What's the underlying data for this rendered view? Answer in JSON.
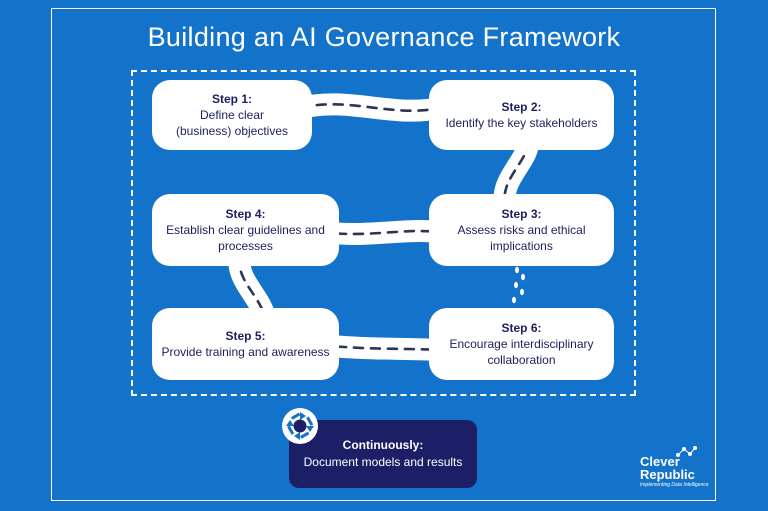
{
  "title": "Building an AI Governance Framework",
  "steps": [
    {
      "label": "Step 1:",
      "text": "Define clear (business) objectives"
    },
    {
      "label": "Step 2:",
      "text": "Identify the key stakeholders"
    },
    {
      "label": "Step 3:",
      "text": "Assess risks and ethical implications"
    },
    {
      "label": "Step 4:",
      "text": "Establish clear guidelines and processes"
    },
    {
      "label": "Step 5:",
      "text": "Provide training and awareness"
    },
    {
      "label": "Step 6:",
      "text": "Encourage interdisciplinary collaboration"
    }
  ],
  "continuous": {
    "label": "Continuously:",
    "text": "Document models and results"
  },
  "logo": {
    "line1": "Clever",
    "line2": "Republic",
    "tagline": "Implementing Data Intelligence"
  },
  "colors": {
    "background": "#1372c9",
    "card": "#ffffff",
    "text": "#1c1f5c",
    "accent": "#1c1f66"
  },
  "icons": {
    "cycle": "cycle-arrows-icon",
    "road": "road-path",
    "footprints": "footprints-icon"
  }
}
